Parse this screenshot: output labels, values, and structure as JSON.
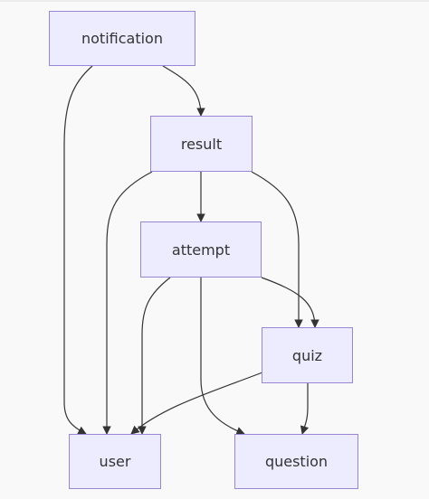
{
  "diagram": {
    "nodes": {
      "notification": "notification",
      "result": "result",
      "attempt": "attempt",
      "quiz": "quiz",
      "user": "user",
      "question": "question"
    },
    "edges": [
      {
        "from": "notification",
        "to": "user"
      },
      {
        "from": "notification",
        "to": "result"
      },
      {
        "from": "result",
        "to": "user"
      },
      {
        "from": "result",
        "to": "attempt"
      },
      {
        "from": "result",
        "to": "quiz"
      },
      {
        "from": "attempt",
        "to": "user"
      },
      {
        "from": "attempt",
        "to": "quiz"
      },
      {
        "from": "attempt",
        "to": "question"
      },
      {
        "from": "quiz",
        "to": "user"
      },
      {
        "from": "quiz",
        "to": "question"
      }
    ],
    "colors": {
      "node_fill": "#ececfe",
      "node_border": "#9a86d8",
      "edge": "#333333",
      "background": "#f9f9fa"
    }
  }
}
